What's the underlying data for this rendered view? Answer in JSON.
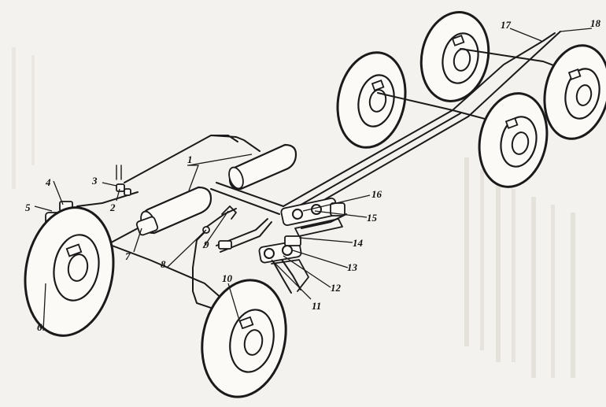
{
  "callouts": [
    {
      "id": "1",
      "label": "1"
    },
    {
      "id": "2",
      "label": "2"
    },
    {
      "id": "3",
      "label": "3"
    },
    {
      "id": "4",
      "label": "4"
    },
    {
      "id": "5",
      "label": "5"
    },
    {
      "id": "6",
      "label": "6"
    },
    {
      "id": "7",
      "label": "7"
    },
    {
      "id": "8",
      "label": "8"
    },
    {
      "id": "9",
      "label": "9"
    },
    {
      "id": "10",
      "label": "10"
    },
    {
      "id": "11",
      "label": "11"
    },
    {
      "id": "12",
      "label": "12"
    },
    {
      "id": "13",
      "label": "13"
    },
    {
      "id": "14",
      "label": "14"
    },
    {
      "id": "15",
      "label": "15"
    },
    {
      "id": "16",
      "label": "16"
    },
    {
      "id": "17",
      "label": "17"
    },
    {
      "id": "18",
      "label": "18"
    }
  ],
  "colors": {
    "ink": "#1a1a1a",
    "paper": "#f4f2ee"
  }
}
